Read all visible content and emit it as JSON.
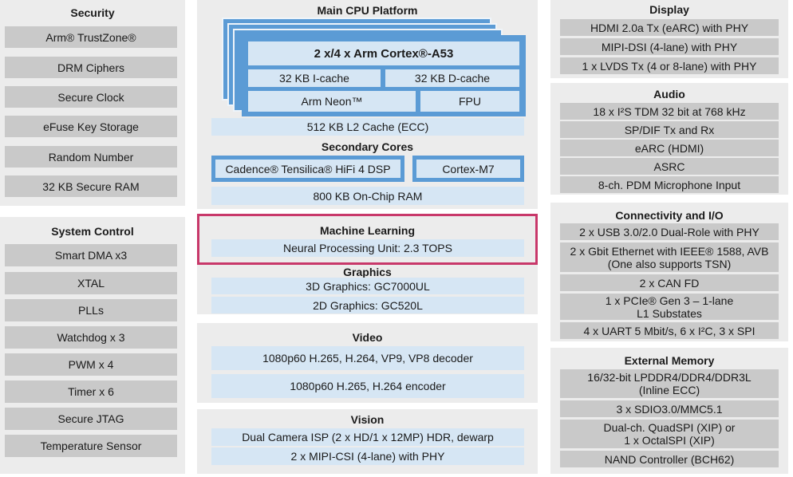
{
  "security": {
    "title": "Security",
    "items": [
      "Arm® TrustZone®",
      "DRM Ciphers",
      "Secure Clock",
      "eFuse Key Storage",
      "Random Number",
      "32 KB Secure RAM"
    ]
  },
  "system_control": {
    "title": "System Control",
    "items": [
      "Smart DMA x3",
      "XTAL",
      "PLLs",
      "Watchdog x 3",
      "PWM x 4",
      "Timer x 6",
      "Secure JTAG",
      "Temperature Sensor"
    ]
  },
  "main_cpu": {
    "title": "Main CPU Platform",
    "core": "2 x/4 x Arm Cortex®-A53",
    "icache": "32 KB I-cache",
    "dcache": "32 KB D-cache",
    "neon": "Arm Neon™",
    "fpu": "FPU",
    "l2": "512 KB L2 Cache (ECC)"
  },
  "secondary": {
    "title": "Secondary Cores",
    "dsp": "Cadence® Tensilica® HiFi 4 DSP",
    "m7": "Cortex-M7",
    "ram": "800 KB On-Chip RAM"
  },
  "ml": {
    "title": "Machine Learning",
    "npu": "Neural Processing Unit: 2.3 TOPS"
  },
  "graphics": {
    "title": "Graphics",
    "items": [
      "3D Graphics: GC7000UL",
      "2D Graphics: GC520L"
    ]
  },
  "video": {
    "title": "Video",
    "items": [
      "1080p60 H.265, H.264, VP9, VP8 decoder",
      "1080p60 H.265, H.264 encoder"
    ]
  },
  "vision": {
    "title": "Vision",
    "items": [
      "Dual Camera ISP (2 x HD/1 x 12MP) HDR, dewarp",
      "2 x MIPI-CSI (4-lane) with PHY"
    ]
  },
  "display": {
    "title": "Display",
    "items": [
      "HDMI 2.0a Tx (eARC) with PHY",
      "MIPI-DSI (4-lane) with PHY",
      "1 x LVDS Tx (4 or 8-lane) with PHY"
    ]
  },
  "audio": {
    "title": "Audio",
    "items": [
      "18 x I²S TDM 32 bit at 768 kHz",
      "SP/DIF Tx and Rx",
      "eARC (HDMI)",
      "ASRC",
      "8-ch. PDM Microphone Input"
    ]
  },
  "connectivity": {
    "title": "Connectivity and I/O",
    "items": [
      {
        "l1": "2 x USB 3.0/2.0 Dual-Role with PHY",
        "l2": ""
      },
      {
        "l1": "2 x Gbit Ethernet with IEEE® 1588, AVB",
        "l2": "(One also supports TSN)"
      },
      {
        "l1": "2 x CAN FD",
        "l2": ""
      },
      {
        "l1": "1 x PCIe® Gen 3 – 1-lane",
        "l2": "L1 Substates"
      },
      {
        "l1": "4 x UART 5 Mbit/s, 6 x I²C, 3 x SPI",
        "l2": ""
      }
    ]
  },
  "memory": {
    "title": "External Memory",
    "items": [
      {
        "l1": "16/32-bit LPDDR4/DDR4/DDR3L",
        "l2": "(Inline ECC)"
      },
      {
        "l1": "3 x SDIO3.0/MMC5.1",
        "l2": ""
      },
      {
        "l1": "Dual-ch. QuadSPI (XIP) or",
        "l2": "1 x OctalSPI (XIP)"
      },
      {
        "l1": "NAND Controller (BCH62)",
        "l2": ""
      }
    ]
  }
}
